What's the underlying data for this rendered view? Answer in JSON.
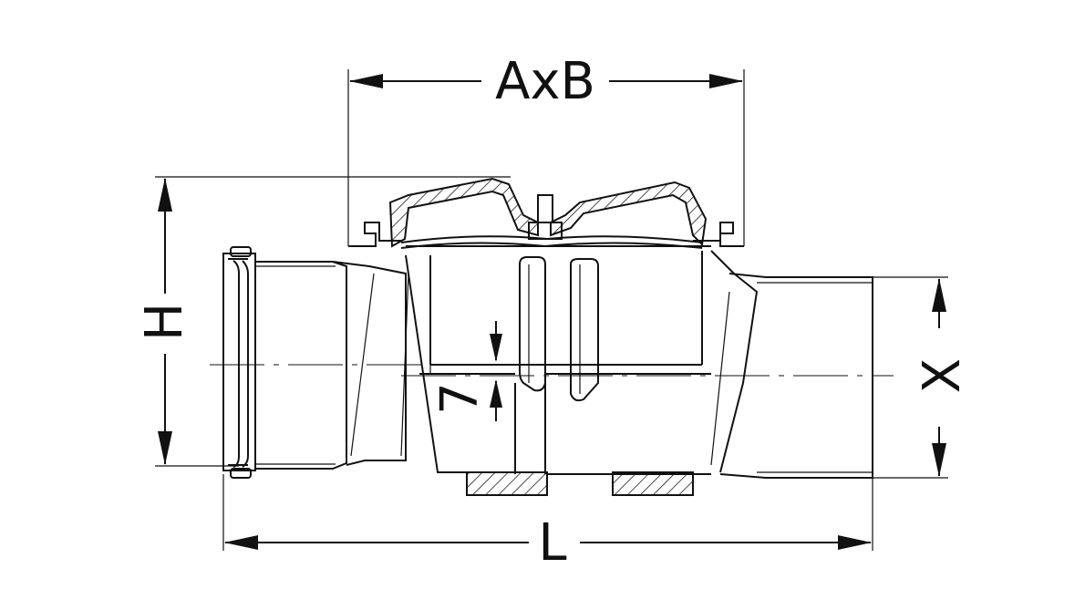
{
  "dimensions": {
    "top_width": "AxB",
    "height": "H",
    "outlet": "X",
    "length": "L",
    "offset": "7"
  }
}
